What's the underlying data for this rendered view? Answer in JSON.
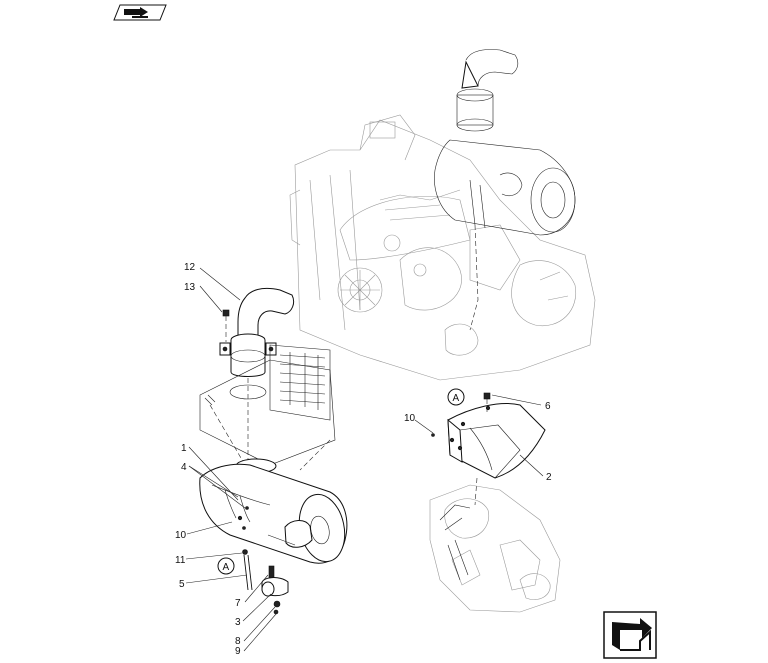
{
  "icons": {
    "top_nav": "nav-arrow-icon",
    "bottom_nav": "nav-arrow-icon"
  },
  "callouts": {
    "c1": "1",
    "c2": "2",
    "c3": "3",
    "c4": "4",
    "c5": "5",
    "c6": "6",
    "c7": "7",
    "c8": "8",
    "c9": "9",
    "c10a": "10",
    "c10b": "10",
    "c11": "11",
    "c12": "12",
    "c13": "13",
    "refA1": "A",
    "refA2": "A"
  }
}
